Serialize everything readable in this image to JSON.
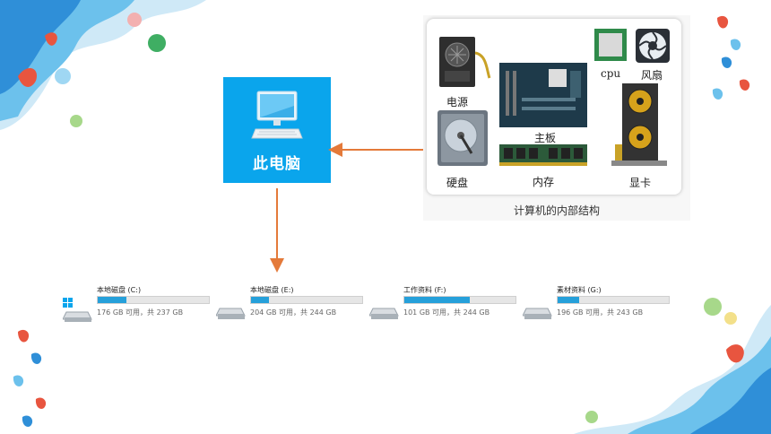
{
  "computer": {
    "label": "此电脑"
  },
  "hardware": {
    "caption": "计算机的内部结构",
    "parts": {
      "power": "电源",
      "motherboard": "主板",
      "disk": "硬盘",
      "memory": "内存",
      "cpu": "cpu",
      "fan": "风扇",
      "gpu": "显卡"
    }
  },
  "drives": [
    {
      "name": "本地磁盘 (C:)",
      "space": "176 GB 可用，共 237 GB",
      "used_fraction": 0.26,
      "icon": "windows-drive-icon"
    },
    {
      "name": "本地磁盘 (E:)",
      "space": "204 GB 可用，共 244 GB",
      "used_fraction": 0.16,
      "icon": "drive-icon"
    },
    {
      "name": "工作资料 (F:)",
      "space": "101 GB 可用，共 244 GB",
      "used_fraction": 0.59,
      "icon": "drive-icon"
    },
    {
      "name": "素材资料 (G:)",
      "space": "196 GB 可用，共 243 GB",
      "used_fraction": 0.19,
      "icon": "drive-icon"
    }
  ],
  "colors": {
    "tile": "#0aa5ec",
    "arrow": "#e47a3a",
    "drive_fill": "#26a0da"
  }
}
